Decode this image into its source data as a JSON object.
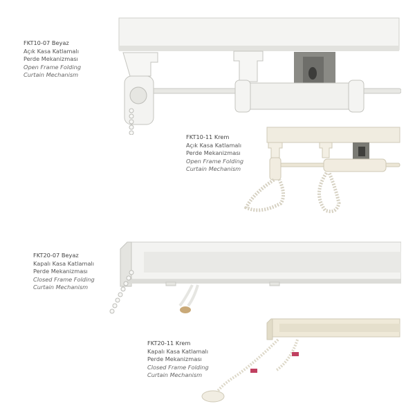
{
  "products": [
    {
      "code": "FKT10-07 Beyaz",
      "tr_line1": "Açık Kasa Katlamalı",
      "tr_line2": "Perde Mekanizması",
      "en_line1": "Open Frame Folding",
      "en_line2": "Curtain Mechanism"
    },
    {
      "code": "FKT10-11 Krem",
      "tr_line1": "Açık Kasa Katlamalı",
      "tr_line2": "Perde Mekanizması",
      "en_line1": "Open Frame Folding",
      "en_line2": "Curtain Mechanism"
    },
    {
      "code": "FKT20-07 Beyaz",
      "tr_line1": "Kapalı Kasa Katlamalı",
      "tr_line2": "Perde Mekanizması",
      "en_line1": "Closed Frame Folding",
      "en_line2": "Curtain Mechanism"
    },
    {
      "code": "FKT20-11 Krem",
      "tr_line1": "Kapalı Kasa Katlamalı",
      "tr_line2": "Perde Mekanizması",
      "en_line1": "Closed Frame Folding",
      "en_line2": "Curtain Mechanism"
    }
  ],
  "colors": {
    "white_rail": "#f2f2f0",
    "cream_rail": "#efe9d8",
    "shadow": "#c9c9c4",
    "bracket_dark": "#6e6e6a"
  }
}
